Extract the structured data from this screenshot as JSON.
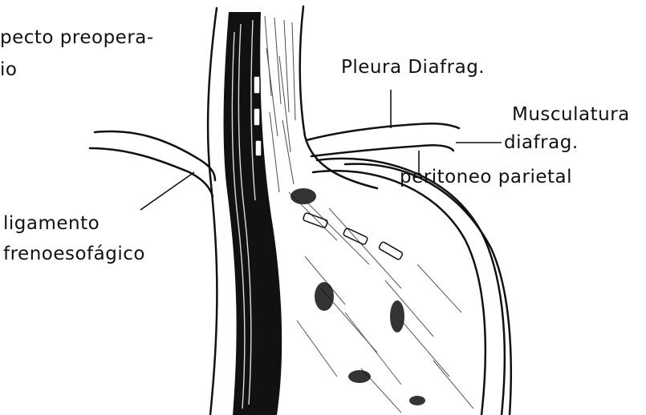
{
  "labels": {
    "aspect_line1": "pecto preopera-",
    "aspect_line2": "io",
    "pleura": "Pleura Diafrag.",
    "musculatura_line1": "Musculatura",
    "musculatura_line2": "diafrag.",
    "peritoneo": "peritoneo parietal",
    "ligamento_line1": "ligamento",
    "ligamento_line2": "frenoesofágico"
  },
  "colors": {
    "ink": "#111111",
    "paper": "#ffffff"
  }
}
